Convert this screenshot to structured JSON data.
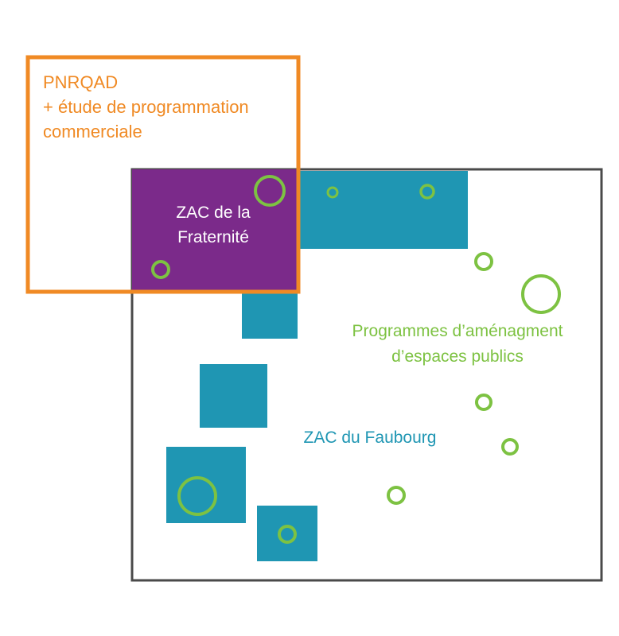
{
  "colors": {
    "orange": "#F08A24",
    "purple": "#7B2A8A",
    "teal": "#1F96B3",
    "green": "#7DC242",
    "frame": "#4A4A4A",
    "white": "#FFFFFF"
  },
  "labels": {
    "pnrqad_line1": "PNRQAD",
    "pnrqad_line2": "+ étude de programmation",
    "pnrqad_line3": "commerciale",
    "fraternite_line1": "ZAC de la",
    "fraternite_line2": "Fraternité",
    "programmes_line1": "Programmes d’aménagment",
    "programmes_line2": "d’espaces publics",
    "faubourg": "ZAC du Faubourg"
  }
}
